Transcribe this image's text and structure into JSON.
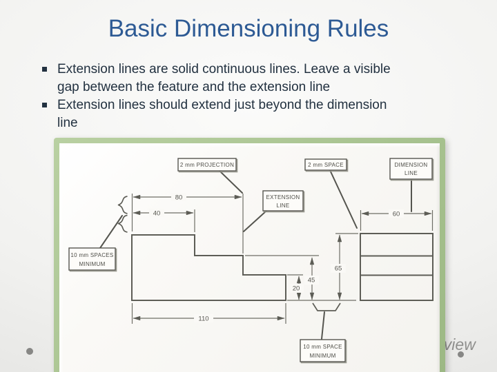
{
  "slide": {
    "title": "Basic Dimensioning Rules",
    "bullets": [
      "Extension lines are solid continuous lines. Leave a visible gap between the feature and the extension line",
      "Extension lines should extend just beyond the dimension line"
    ],
    "watermark": "eview"
  },
  "diagram": {
    "callouts": {
      "projection": "2 mm PROJECTION",
      "space": "2 mm SPACE",
      "dimension_line_1": "DIMENSION",
      "dimension_line_2": "LINE",
      "extension_line_1": "EXTENSION",
      "extension_line_2": "LINE",
      "spaces_min_1": "10 mm SPACES",
      "spaces_min_2": "MINIMUM",
      "space_min_1": "10 mm SPACE",
      "space_min_2": "MINIMUM"
    },
    "dims": {
      "d80": "80",
      "d40": "40",
      "d60": "60",
      "d110": "110",
      "d65": "65",
      "d45": "45",
      "d20": "20"
    },
    "colors": {
      "title_blue": "#2d5a94",
      "frame_green": "#a8c390",
      "drawing_line": "#5d5d56"
    }
  }
}
